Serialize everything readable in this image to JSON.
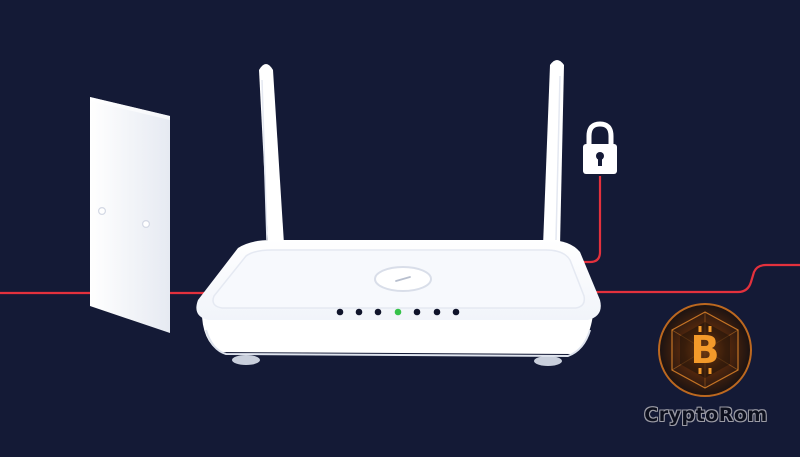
{
  "watermark": {
    "brand_text": "CryptoRom",
    "coin_symbol": "B"
  },
  "colors": {
    "background": "#141a36",
    "cable": "#e3313d",
    "router_body": "#ffffff",
    "router_shadow": "#dfe4ee",
    "status_led_active": "#36c24a",
    "status_led_idle": "#10142b",
    "coin_glow": "#f08a1c"
  },
  "icons": {
    "lock": "padlock-icon",
    "coin": "bitcoin-icon"
  },
  "router": {
    "status_leds": [
      "idle",
      "idle",
      "idle",
      "active",
      "idle",
      "idle",
      "idle"
    ]
  }
}
